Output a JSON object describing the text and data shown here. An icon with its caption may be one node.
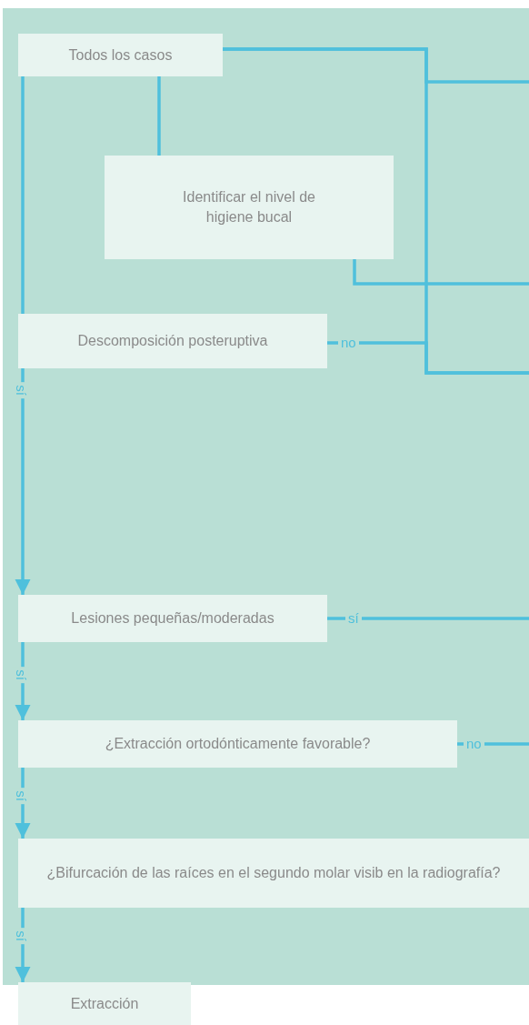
{
  "diagram": {
    "nodes": [
      {
        "text": [
          "Todos los casos"
        ]
      },
      {
        "text": [
          "Identificar el nivel de higiene bucal"
        ]
      },
      {
        "text": [
          "Descomposición posteruptiva"
        ]
      },
      {
        "text": [
          "Lesiones pequeñas/moderadas"
        ]
      },
      {
        "text": [
          "¿Extracción ortodónticamente favorable?"
        ]
      },
      {
        "text": [
          "¿Bifurcación de las raíces en el segundo molar visib en la radiografía?"
        ]
      },
      {
        "text": [
          "Extracción"
        ]
      }
    ],
    "edges": [
      {
        "from": 0,
        "to": 1,
        "arrow": "none"
      },
      {
        "from": 0,
        "to": 2,
        "arrow": "none"
      },
      {
        "from": 0,
        "to": null,
        "arrow": "none"
      },
      {
        "from": 0,
        "to": null,
        "arrow": "none"
      },
      {
        "from": 1,
        "to": null,
        "arrow": "none"
      },
      {
        "from": 2,
        "to": null,
        "arrow": "none",
        "label": "no"
      },
      {
        "from": 2,
        "to": 3,
        "arrow": "to",
        "label": "sí"
      },
      {
        "from": 3,
        "to": null,
        "arrow": "none",
        "label": "sí"
      },
      {
        "from": 3,
        "to": 4,
        "arrow": "to",
        "label": "sí"
      },
      {
        "from": 4,
        "to": null,
        "arrow": "none",
        "label": "no"
      },
      {
        "from": 4,
        "to": 5,
        "arrow": "to",
        "label": "sí"
      },
      {
        "from": 5,
        "to": 6,
        "arrow": "to",
        "label": "sí"
      }
    ]
  }
}
